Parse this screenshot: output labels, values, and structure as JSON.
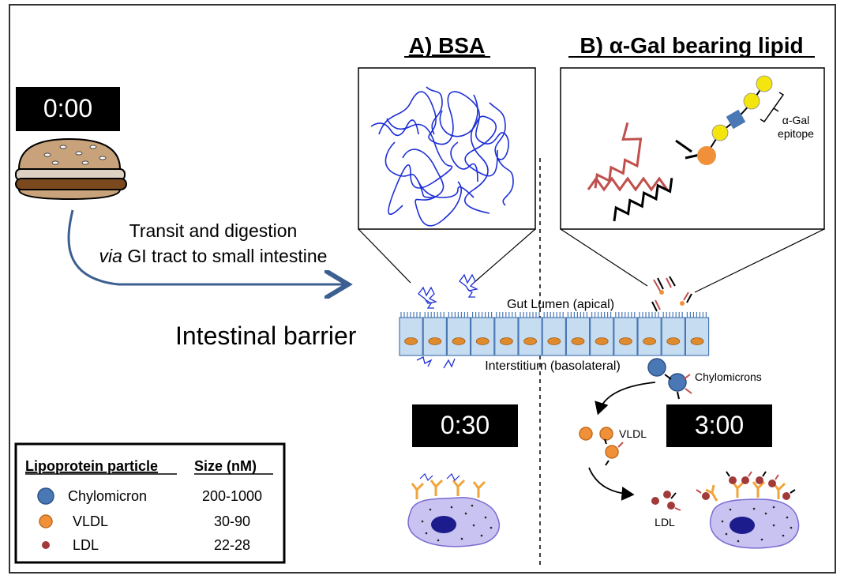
{
  "timers": {
    "start": "0:00",
    "bsa": "0:30",
    "agal": "3:00"
  },
  "panels": {
    "a_title": "A) BSA",
    "b_title": "B) α-Gal bearing lipid",
    "epitope_line1": "α-Gal",
    "epitope_line2": "epitope"
  },
  "transit": {
    "line1": "Transit and digestion",
    "line2_em": "via",
    "line2_rest": " GI tract to small intestine"
  },
  "barrier": {
    "label": "Intestinal barrier",
    "apical": "Gut Lumen (apical)",
    "basolateral": "Interstitium (basolateral)"
  },
  "particles": {
    "chylomicrons": "Chylomicrons",
    "vldl": "VLDL",
    "ldl": "LDL"
  },
  "legend": {
    "header_particle": "Lipoprotein particle",
    "header_size": "Size (nM)",
    "rows": [
      {
        "name": "Chylomicron",
        "size": "200-1000",
        "color": "#4a78b5"
      },
      {
        "name": "VLDL",
        "size": "30-90",
        "color": "#f0913a"
      },
      {
        "name": "LDL",
        "size": "22-28",
        "color": "#a23a3a"
      }
    ]
  },
  "colors": {
    "arrow": "#3c5f91",
    "cell_fill": "#c6dcf0",
    "cell_border": "#4a78b5",
    "nucleus": "#e08a2e",
    "protein": "#1d2fd6",
    "epitope_sphere": "#f4e50f",
    "epitope_cube": "#4a78b5",
    "lipid_red": "#c0504d"
  }
}
